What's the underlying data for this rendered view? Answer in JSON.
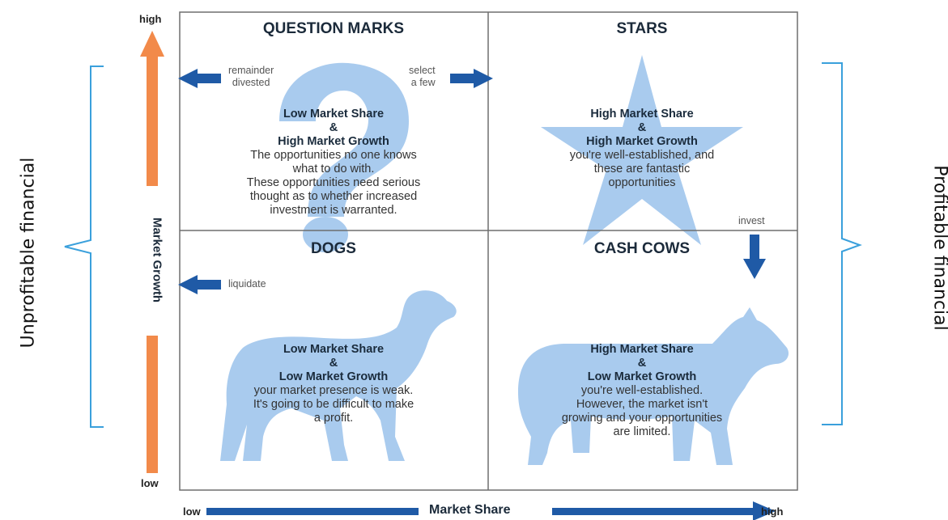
{
  "side_labels": {
    "left": "Unprofitable financial",
    "right": "Profitable financial"
  },
  "axes": {
    "y_title": "Market Growth",
    "y_high": "high",
    "y_low": "low",
    "x_title": "Market Share",
    "x_low": "low",
    "x_high": "high"
  },
  "quadrants": {
    "question_marks": {
      "title": "QUESTION MARKS",
      "line1": "Low Market Share",
      "line2": "&",
      "line3": "High Market Growth",
      "desc": [
        "The opportunities no one knows",
        "what to do with.",
        "These opportunities need serious",
        "thought as to whether increased",
        "investment is warranted."
      ],
      "note_left": [
        "remainder",
        "divested"
      ],
      "note_right": [
        "select",
        "a few"
      ]
    },
    "stars": {
      "title": "STARS",
      "line1": "High Market Share",
      "line2": "&",
      "line3": "High Market Growth",
      "desc": [
        "you're well-established, and",
        "these are fantastic",
        "opportunities"
      ],
      "note": "invest"
    },
    "dogs": {
      "title": "DOGS",
      "line1": "Low Market Share",
      "line2": "&",
      "line3": "Low Market Growth",
      "desc": [
        "your market presence is weak.",
        "It's going to be difficult to make",
        "a profit."
      ],
      "note": "liquidate"
    },
    "cash_cows": {
      "title": "CASH COWS",
      "line1": "High Market Share",
      "line2": "&",
      "line3": "Low Market Growth",
      "desc": [
        "you're well-established.",
        "However, the market isn't",
        "growing and your opportunities",
        "are limited."
      ]
    }
  },
  "colors": {
    "accent_blue": "#1f5aa6",
    "silhouette": "#a9cbee",
    "growth_arrow": "#f28a4a",
    "brace": "#3aa0dc",
    "grid_line": "#6e6e6e"
  }
}
